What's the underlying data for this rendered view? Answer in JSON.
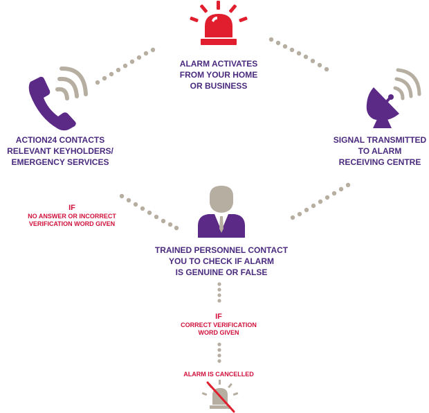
{
  "steps": {
    "alarm": {
      "lines": [
        "ALARM ACTIVATES",
        "FROM YOUR HOME",
        "OR BUSINESS"
      ],
      "icon": "siren-icon"
    },
    "signal": {
      "lines": [
        "SIGNAL TRANSMITTED",
        "TO ALARM",
        "RECEIVING CENTRE"
      ],
      "icon": "satellite-dish-icon"
    },
    "personnel": {
      "lines": [
        "TRAINED PERSONNEL CONTACT",
        "YOU TO CHECK IF ALARM",
        "IS GENUINE OR FALSE"
      ],
      "icon": "operator-icon"
    },
    "action": {
      "lines": [
        "ACTION24  CONTACTS",
        "RELEVANT KEYHOLDERS/",
        "EMERGENCY SERVICES"
      ],
      "icon": "phone-icon"
    },
    "cancelled": {
      "label": "ALARM IS CANCELLED",
      "icon": "cancelled-siren-icon"
    }
  },
  "conditions": {
    "no_answer": {
      "if": "IF",
      "lines": [
        "NO ANSWER OR INCORRECT",
        "VERIFICATION WORD GIVEN"
      ]
    },
    "correct": {
      "if": "IF",
      "lines": [
        "CORRECT VERIFICATION",
        "WORD GIVEN"
      ]
    }
  },
  "colors": {
    "purple": "#4a2a7e",
    "red": "#e01e2e",
    "grey": "#b6aea0",
    "text_red": "#d0103a"
  }
}
